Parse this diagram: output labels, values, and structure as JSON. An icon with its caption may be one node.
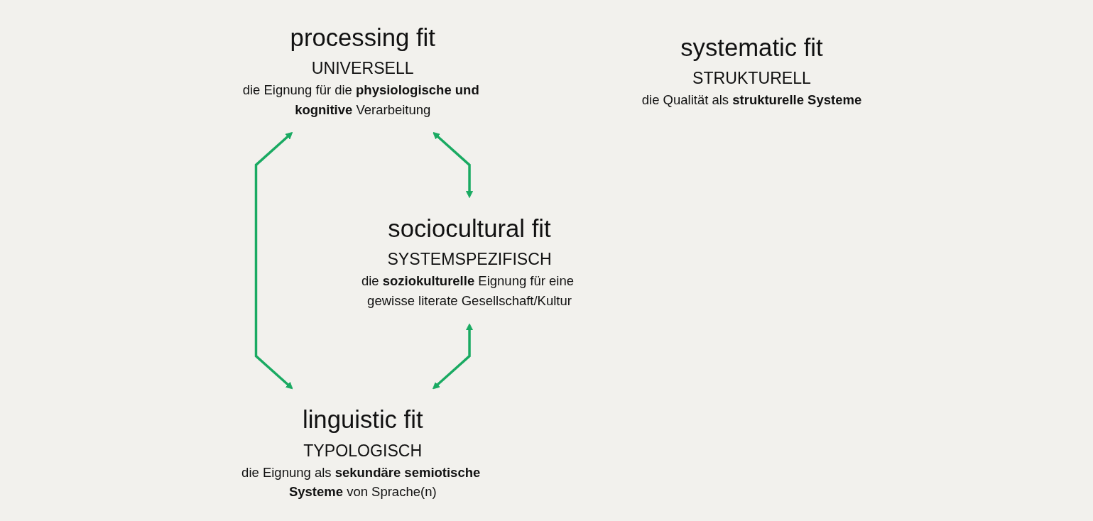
{
  "diagram": {
    "nodes": [
      {
        "text": [
          "processing fit",
          "UNIVERSELL",
          "die Eignung für die **physiologische und kognitive** Verarbeitung"
        ]
      },
      {
        "text": [
          "sociocultural fit",
          "SYSTEMSPEZIFISCH",
          "die **soziokulturelle** Eignung für eine gewisse literate Gesellschaft/Kultur"
        ]
      },
      {
        "text": [
          "linguistic fit",
          "TYPOLOGISCH",
          "die Eignung als **sekundäre semiotische Systeme** von Sprache(n)"
        ]
      },
      {
        "text": [
          "systematic fit",
          "STRUKTURELL",
          "die Qualität als **strukturelle Systeme**"
        ]
      }
    ],
    "edges": [
      {
        "from": 0,
        "to": 1,
        "arrow": "both"
      },
      {
        "from": 0,
        "to": 2,
        "arrow": "both"
      },
      {
        "from": 1,
        "to": 2,
        "arrow": "both"
      }
    ]
  }
}
